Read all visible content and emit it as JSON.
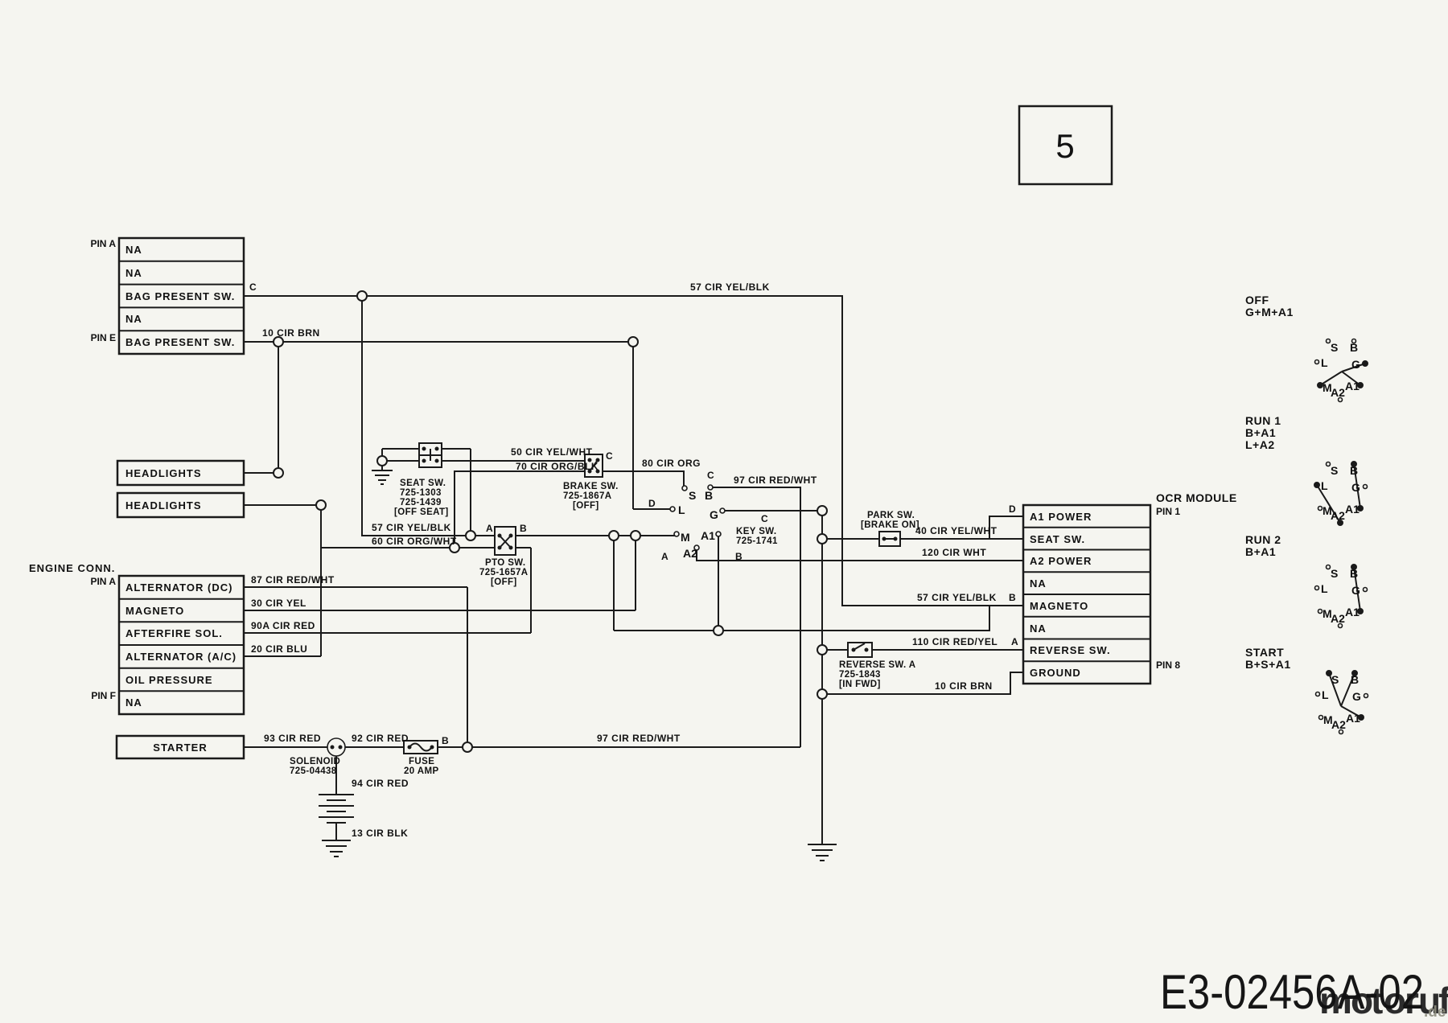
{
  "page_number": "5",
  "connectors": {
    "bag": {
      "pin_top": "PIN A",
      "pin_bottom": "PIN E",
      "rows": [
        "NA",
        "NA",
        "BAG PRESENT SW.",
        "NA",
        "BAG PRESENT SW."
      ]
    },
    "headlights1": "HEADLIGHTS",
    "headlights2": "HEADLIGHTS",
    "engine": {
      "title": "ENGINE CONN.",
      "pin_top": "PIN A",
      "pin_bottom": "PIN F",
      "rows": [
        "ALTERNATOR (DC)",
        "MAGNETO",
        "AFTERFIRE SOL.",
        "ALTERNATOR (A/C)",
        "OIL PRESSURE",
        "NA"
      ]
    },
    "starter": "STARTER",
    "ocr": {
      "title": "OCR MODULE",
      "pin_top": "PIN 1",
      "pin_bottom": "PIN 8",
      "rows": [
        "A1 POWER",
        "SEAT SW.",
        "A2 POWER",
        "NA",
        "MAGNETO",
        "NA",
        "REVERSE SW.",
        "GROUND"
      ]
    }
  },
  "components": {
    "seat_switch": {
      "l1": "SEAT SW.",
      "l2": "725-1303",
      "l3": "725-1439",
      "l4": "[OFF SEAT]"
    },
    "brake_switch": {
      "l1": "BRAKE SW.",
      "l2": "725-1867A",
      "l3": "[OFF]"
    },
    "pto_switch": {
      "l1": "PTO SW.",
      "l2": "725-1657A",
      "l3": "[OFF]"
    },
    "key_switch": {
      "l1": "KEY SW.",
      "l2": "725-1741"
    },
    "park_switch": {
      "l1": "PARK SW.",
      "l2": "[BRAKE ON]"
    },
    "reverse_switch": {
      "l1": "REVERSE SW. A",
      "l2": "725-1843",
      "l3": "[IN FWD]"
    },
    "solenoid": {
      "l1": "SOLENOID",
      "l2": "725-04438"
    },
    "fuse": {
      "l1": "FUSE",
      "l2": "20 AMP"
    }
  },
  "wire_labels": {
    "w57_top": "57 CIR YEL/BLK",
    "w10_brn": "10 CIR BRN",
    "w87": "87 CIR RED/WHT",
    "w30": "30 CIR YEL",
    "w90a": "90A CIR RED",
    "w20": "20 CIR BLU",
    "w93": "93 CIR RED",
    "w92": "92 CIR RED",
    "w94": "94 CIR RED",
    "w13": "13 CIR BLK",
    "w97_main": "97 CIR RED/WHT",
    "w50": "50 CIR YEL/WHT",
    "w70": "70 CIR ORG/BLK",
    "w80": "80 CIR ORG",
    "w57_left": "57 CIR YEL/BLK",
    "w60": "60 CIR ORG/WHT",
    "w97_key": "97 CIR RED/WHT",
    "w40": "40 CIR YEL/WHT",
    "w120": "120 CIR WHT",
    "w57_ocr": "57 CIR YEL/BLK",
    "w110": "110 CIR RED/YEL",
    "w10_ocr": "10 CIR BRN"
  },
  "pin_refs": {
    "c_top": "C",
    "a_pto": "A",
    "b_pto": "B",
    "c_brake": "C",
    "b_fuse": "B",
    "c_key": "C",
    "d_key": "D",
    "a_key": "A",
    "b_key": "B",
    "c_gkey": "C",
    "d_ocr": "D",
    "b_ocr": "B",
    "a_ocr": "A"
  },
  "key_terminals": {
    "s": "S",
    "b": "B",
    "l": "L",
    "g": "G",
    "m": "M",
    "a1": "A1",
    "a2": "A2"
  },
  "key_positions": [
    {
      "title": "OFF",
      "lines": [
        "G+M+A1"
      ]
    },
    {
      "title": "RUN 1",
      "lines": [
        "B+A1",
        "L+A2"
      ]
    },
    {
      "title": "RUN 2",
      "lines": [
        "B+A1"
      ]
    },
    {
      "title": "START",
      "lines": [
        "B+S+A1"
      ]
    }
  ],
  "footer": {
    "part_number": "E3-02456A-02",
    "watermark_letters": [
      "m",
      "o",
      "t",
      "o",
      "r",
      "u",
      "f"
    ],
    "watermark_suffix": ".de",
    "watermark_colors": [
      "#5b7fc8",
      "#6abf4b",
      "#ef6eb8",
      "#2f9e48",
      "#f2c21f",
      "#f59b1e",
      "#e05a2b"
    ]
  }
}
